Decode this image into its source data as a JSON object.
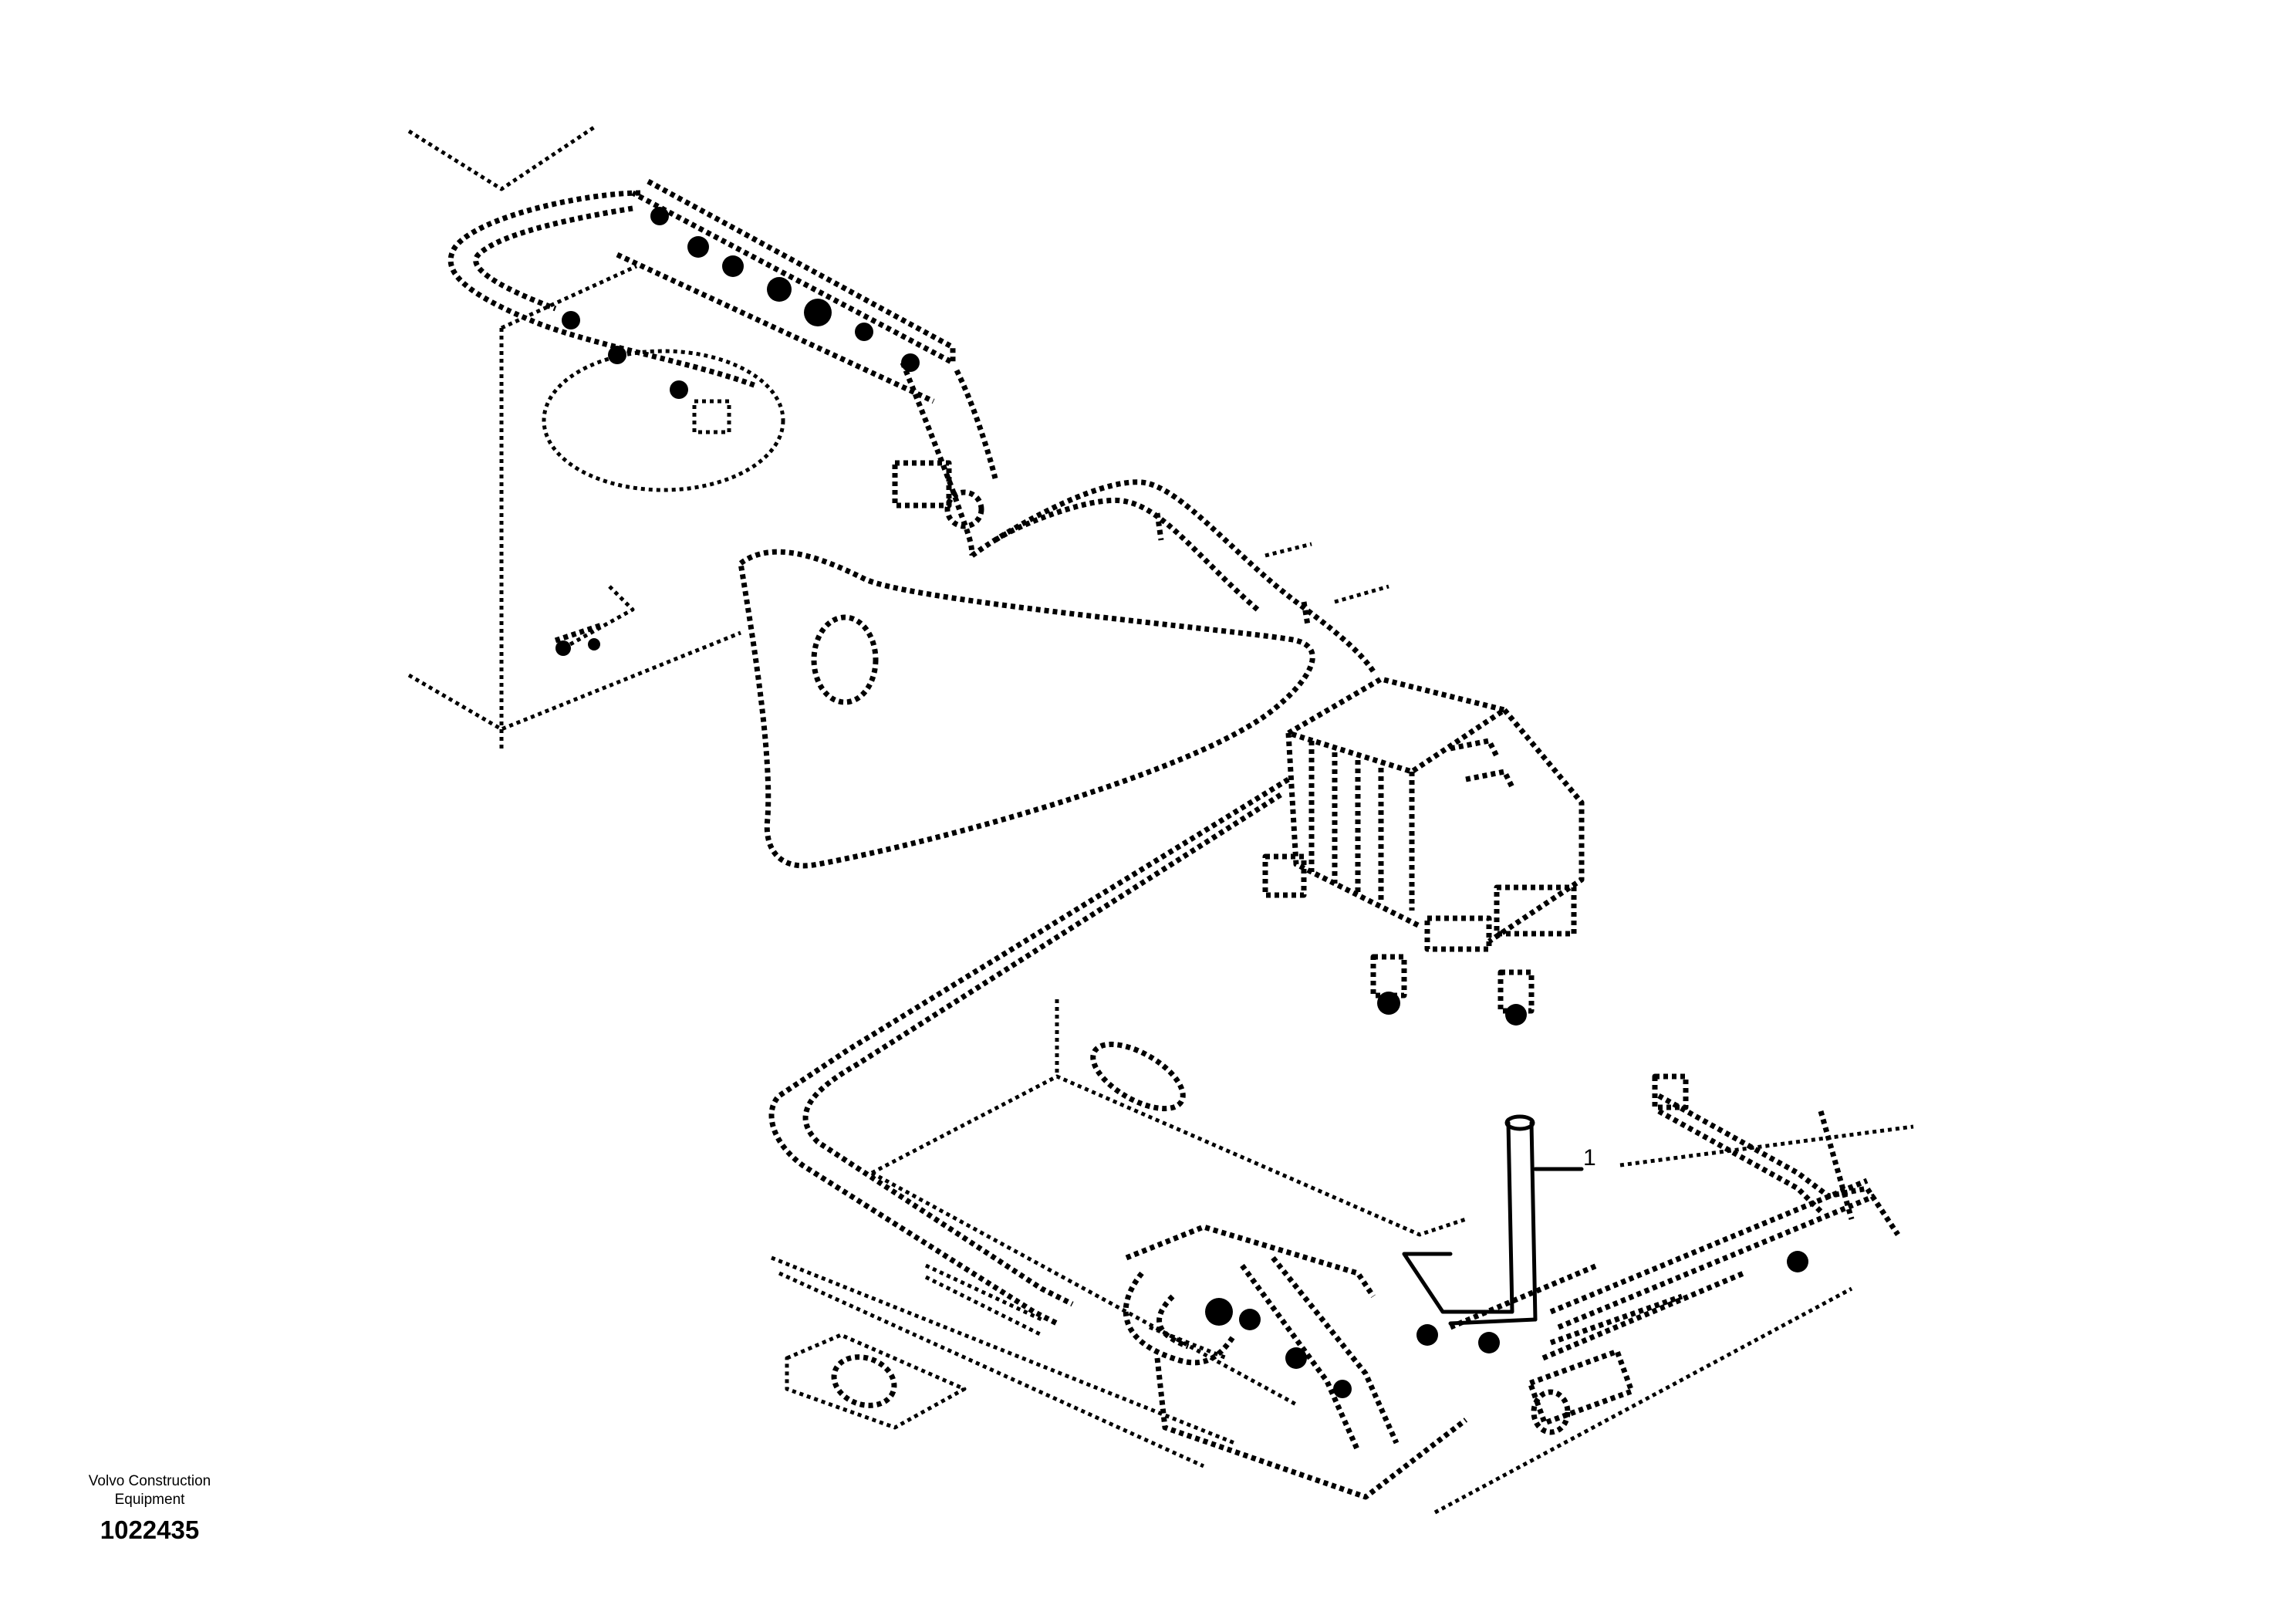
{
  "footer": {
    "brand_line1": "Volvo Construction",
    "brand_line2": "Equipment",
    "part_number": "1022435"
  },
  "callouts": [
    {
      "label": "1",
      "component": "hose"
    }
  ]
}
